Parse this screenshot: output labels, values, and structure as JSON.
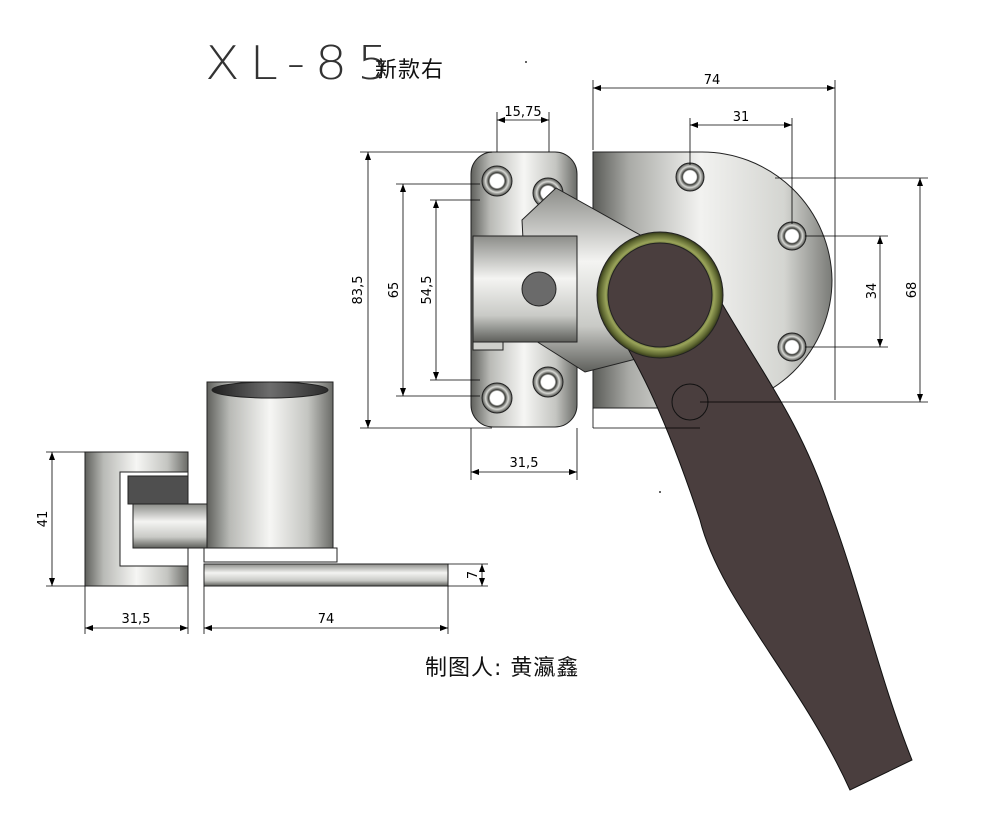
{
  "title": {
    "model": "XL-85",
    "subtitle": "新款右"
  },
  "drafter": {
    "label": "制图人:",
    "name": "黄瀛鑫"
  },
  "dimensions": {
    "front_width_total": "74",
    "front_hole_spacing_top": "31",
    "front_height": "68",
    "front_hole_spacing_side": "34",
    "hinge_top_width": "15,75",
    "hinge_height_total": "83,5",
    "hinge_hole_spacing": "65",
    "hinge_inner_height": "54,5",
    "hinge_width": "31,5",
    "side_height": "41",
    "side_base_thickness": "7",
    "side_left_width": "31,5",
    "side_right_width": "74"
  },
  "colors": {
    "handle": "#4a3e3e",
    "bushing": "#6d7a3c",
    "steel_light": "#f3f3f1",
    "steel_dark": "#6f706c",
    "dim_line": "#000000"
  }
}
